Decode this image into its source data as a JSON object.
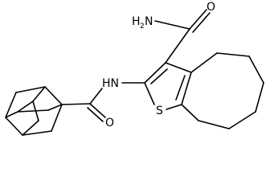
{
  "molecule": {
    "atoms": {
      "amide_N_top": {
        "symbol": "H",
        "subscript": "2",
        "main": "N"
      },
      "carbonyl_O_top": {
        "symbol": "O"
      },
      "nh_link": {
        "symbol": "HN"
      },
      "thiophene_S": {
        "symbol": "S"
      },
      "carbonyl_O_bottom": {
        "symbol": "O"
      }
    }
  },
  "colors": {
    "bond": "#000000",
    "background": "#ffffff"
  }
}
